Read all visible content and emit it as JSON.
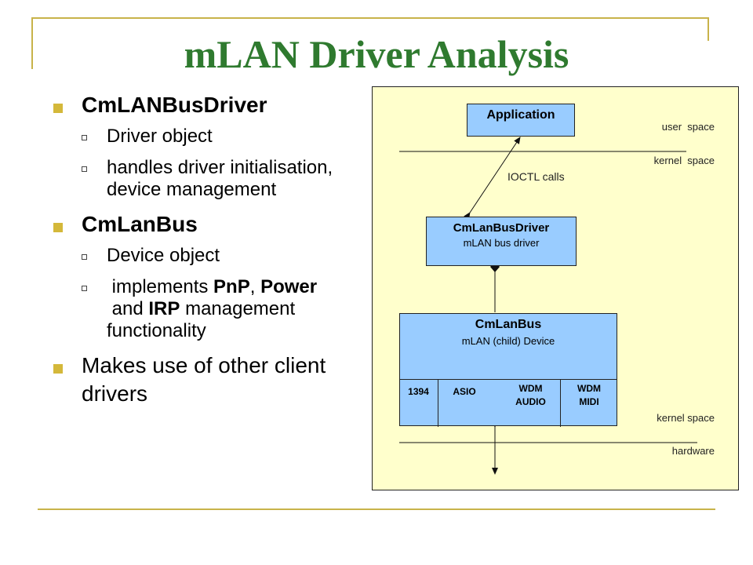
{
  "slide": {
    "title": "mLAN Driver Analysis",
    "bullets": {
      "b1": "CmLANBusDriver",
      "b1_sub1": "Driver object",
      "b1_sub2": "handles driver initialisation, device management",
      "b2": "CmLanBus",
      "b2_sub1": "Device object",
      "b2_sub2_pre": " implements ",
      "b2_sub2_pnp": "PnP",
      "b2_sub2_comma": ", ",
      "b2_sub2_power": "Power",
      "b2_sub2_and": " and ",
      "b2_sub2_irp": "IRP",
      "b2_sub2_post": " management functionality",
      "b3": "Makes use of other client drivers"
    }
  },
  "diagram": {
    "application": "Application",
    "user_space": "user  space",
    "kernel_space_top": "kernel  space",
    "ioctl": "IOCTL calls",
    "busdriver_title": "CmLanBusDriver",
    "busdriver_sub": "mLAN bus driver",
    "bus_title": "CmLanBus",
    "bus_sub": "mLAN (child) Device",
    "cell_1394": "1394",
    "cell_asio": "ASIO",
    "cell_wdm_audio_1": "WDM",
    "cell_wdm_audio_2": "AUDIO",
    "cell_wdm_midi_1": "WDM",
    "cell_wdm_midi_2": "MIDI",
    "kernel_space_bottom": "kernel space",
    "hardware": "hardware"
  },
  "colors": {
    "title": "#2f7a2f",
    "accent": "#c8b34a",
    "panel": "#ffffcc",
    "box": "#99ccff"
  }
}
